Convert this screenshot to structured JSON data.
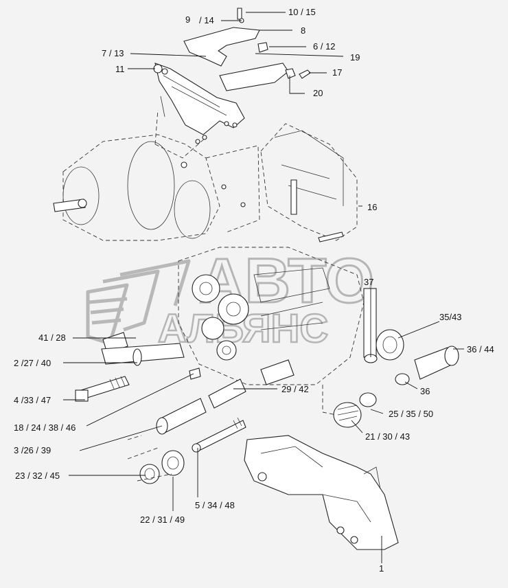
{
  "watermark": {
    "line1": "АВТО",
    "line2": "АЛЬЯНС"
  },
  "callouts": [
    {
      "id": "c-10-15",
      "text": "10 / 15"
    },
    {
      "id": "c-9-14-a",
      "text": "9"
    },
    {
      "id": "c-9-14-b",
      "text": "/ 14"
    },
    {
      "id": "c-8",
      "text": "8"
    },
    {
      "id": "c-7-13",
      "text": "7 / 13"
    },
    {
      "id": "c-6-12",
      "text": "6 / 12"
    },
    {
      "id": "c-19",
      "text": "19"
    },
    {
      "id": "c-11",
      "text": "11"
    },
    {
      "id": "c-17",
      "text": "17"
    },
    {
      "id": "c-20",
      "text": "20"
    },
    {
      "id": "c-16",
      "text": "16"
    },
    {
      "id": "c-37",
      "text": "37"
    },
    {
      "id": "c-35-43",
      "text": "35/43"
    },
    {
      "id": "c-41-28",
      "text": "41 / 28"
    },
    {
      "id": "c-36-44",
      "text": "36 / 44"
    },
    {
      "id": "c-2-27-40",
      "text": "2 /27 / 40"
    },
    {
      "id": "c-36",
      "text": "36"
    },
    {
      "id": "c-29-42",
      "text": "29 / 42"
    },
    {
      "id": "c-4-33-47",
      "text": "4 /33 / 47"
    },
    {
      "id": "c-25-35-50",
      "text": "25 / 35 / 50"
    },
    {
      "id": "c-18-24-38-46",
      "text": "18 / 24 / 38 / 46"
    },
    {
      "id": "c-21-30-43",
      "text": "21 / 30 / 43"
    },
    {
      "id": "c-3-26-39",
      "text": "3 /26 / 39"
    },
    {
      "id": "c-23-32-45",
      "text": "23 / 32 / 45"
    },
    {
      "id": "c-5-34-48",
      "text": "5 / 34 / 48"
    },
    {
      "id": "c-22-31-49",
      "text": "22 / 31 / 49"
    },
    {
      "id": "c-1",
      "text": "1"
    }
  ]
}
